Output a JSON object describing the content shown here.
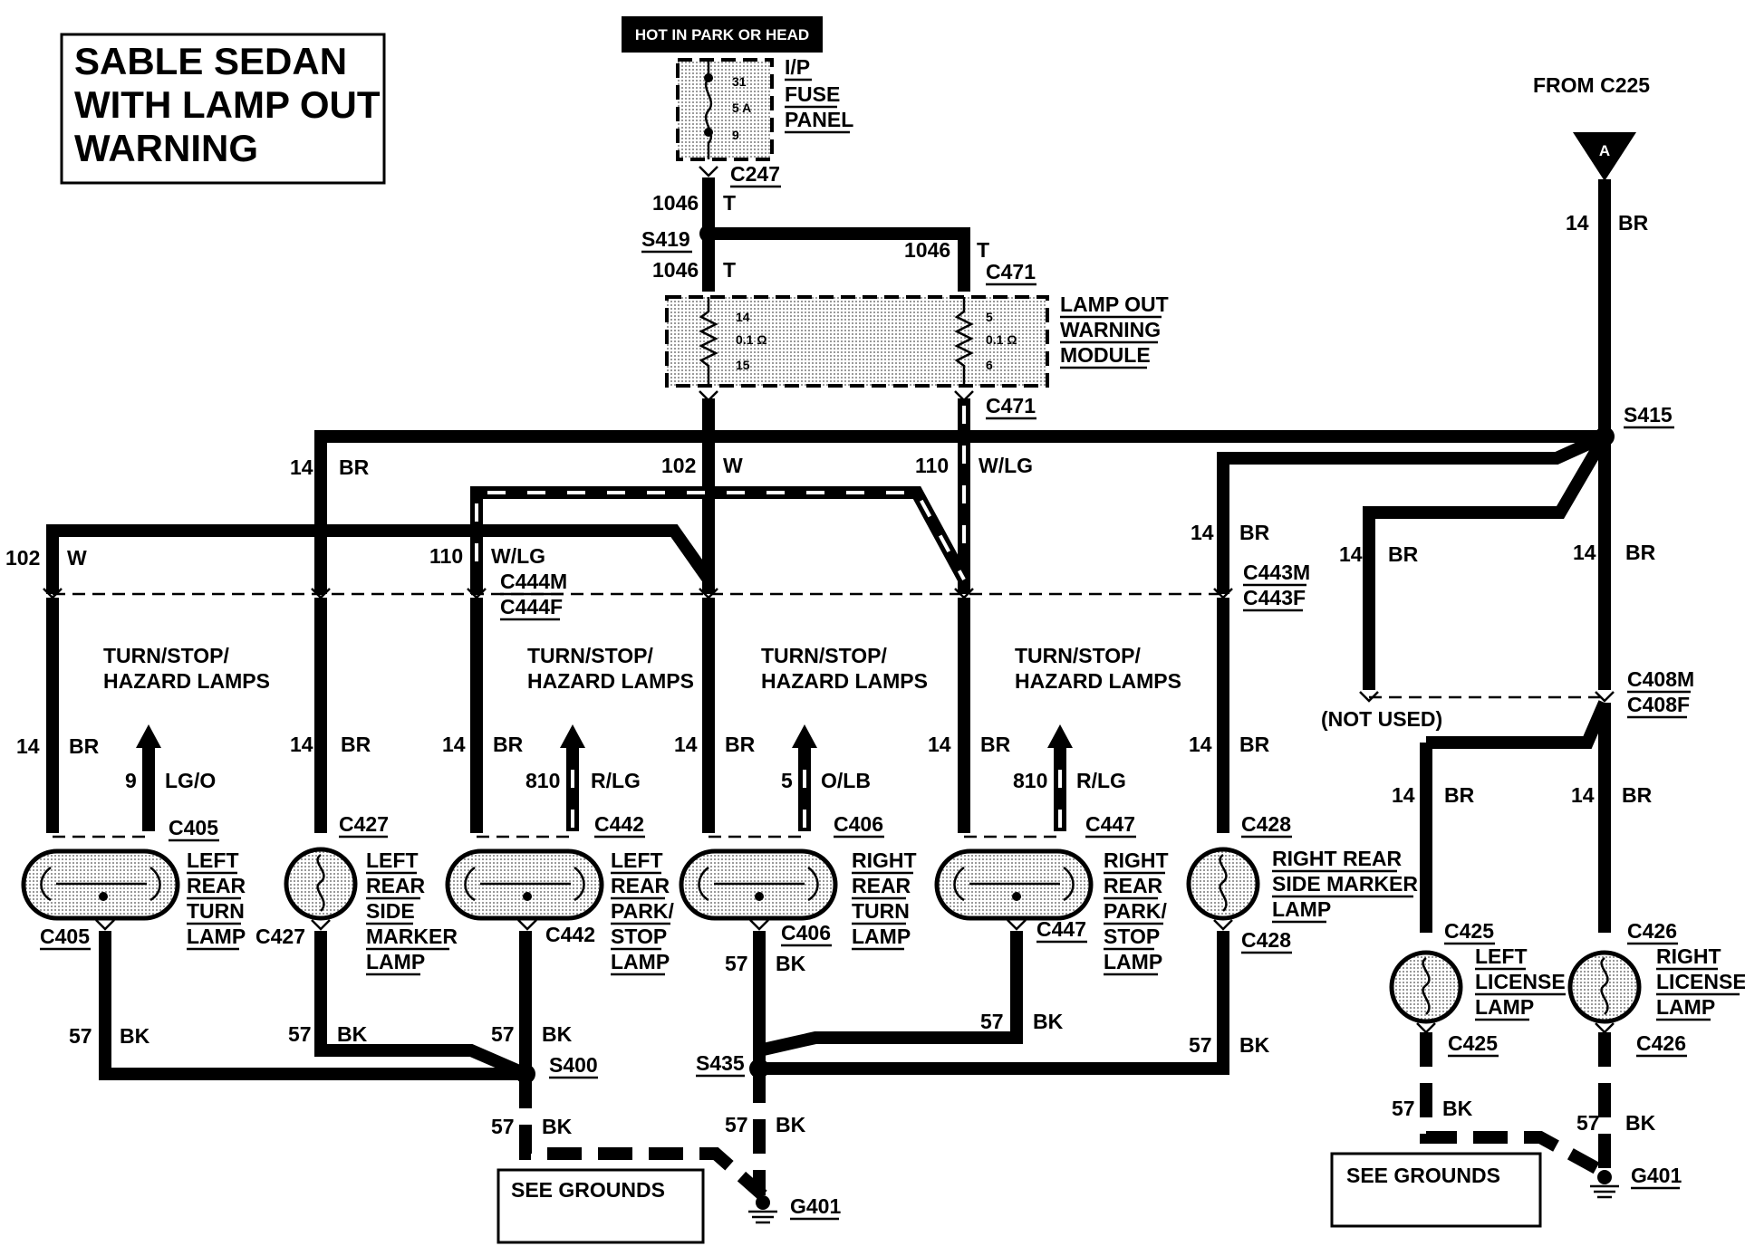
{
  "title": {
    "line1": "SABLE SEDAN",
    "line2": "WITH LAMP OUT",
    "line3": "WARNING"
  },
  "hot_banner": "HOT IN PARK OR HEAD",
  "fuse_panel": {
    "label": [
      "I/P",
      "FUSE",
      "PANEL"
    ],
    "fuse_top": "31",
    "fuse_rating": "5 A",
    "fuse_bottom": "9",
    "connector": "C247"
  },
  "from_connector": {
    "text": "FROM C225",
    "marker": "A"
  },
  "splices": {
    "s419": "S419",
    "s415": "S415",
    "s400": "S400",
    "s435": "S435"
  },
  "module": {
    "label": [
      "LAMP OUT",
      "WARNING",
      "MODULE"
    ],
    "connector_top": "C471",
    "connector_bottom": "C471",
    "left_pins": [
      "14",
      "0.1 Ω",
      "15"
    ],
    "right_pins": [
      "5",
      "0.1 Ω",
      "6"
    ]
  },
  "wires": {
    "w1046": "1046",
    "t": "T",
    "w102": "102",
    "w": "W",
    "w110": "110",
    "wlg": "W/LG",
    "w14": "14",
    "br": "BR",
    "w57": "57",
    "bk": "BK",
    "w9": "9",
    "lgo": "LG/O",
    "w810": "810",
    "rlg": "R/LG",
    "w5": "5",
    "olb": "O/LB"
  },
  "connectors": {
    "c444m": "C444M",
    "c444f": "C444F",
    "c443m": "C443M",
    "c443f": "C443F",
    "c408m": "C408M",
    "c408f": "C408F",
    "not_used": "(NOT USED)"
  },
  "groups": {
    "line1": "TURN/STOP/",
    "line2": "HAZARD LAMPS"
  },
  "lamps": [
    {
      "connector": "C405",
      "label": [
        "LEFT",
        "REAR",
        "TURN",
        "LAMP"
      ]
    },
    {
      "connector": "C427",
      "label": [
        "LEFT",
        "REAR",
        "SIDE",
        "MARKER",
        "LAMP"
      ]
    },
    {
      "connector": "C442",
      "label": [
        "LEFT",
        "REAR",
        "PARK/",
        "STOP",
        "LAMP"
      ]
    },
    {
      "connector": "C406",
      "label": [
        "RIGHT",
        "REAR",
        "TURN",
        "LAMP"
      ]
    },
    {
      "connector": "C447",
      "label": [
        "RIGHT",
        "REAR",
        "PARK/",
        "STOP",
        "LAMP"
      ]
    },
    {
      "connector": "C428",
      "label": [
        "RIGHT REAR",
        "SIDE MARKER",
        "LAMP"
      ]
    },
    {
      "connector": "C425",
      "label": [
        "LEFT",
        "LICENSE",
        "LAMP"
      ]
    },
    {
      "connector": "C426",
      "label": [
        "RIGHT",
        "LICENSE",
        "LAMP"
      ]
    }
  ],
  "grounds": {
    "see_grounds": "SEE GROUNDS",
    "g401": "G401"
  }
}
